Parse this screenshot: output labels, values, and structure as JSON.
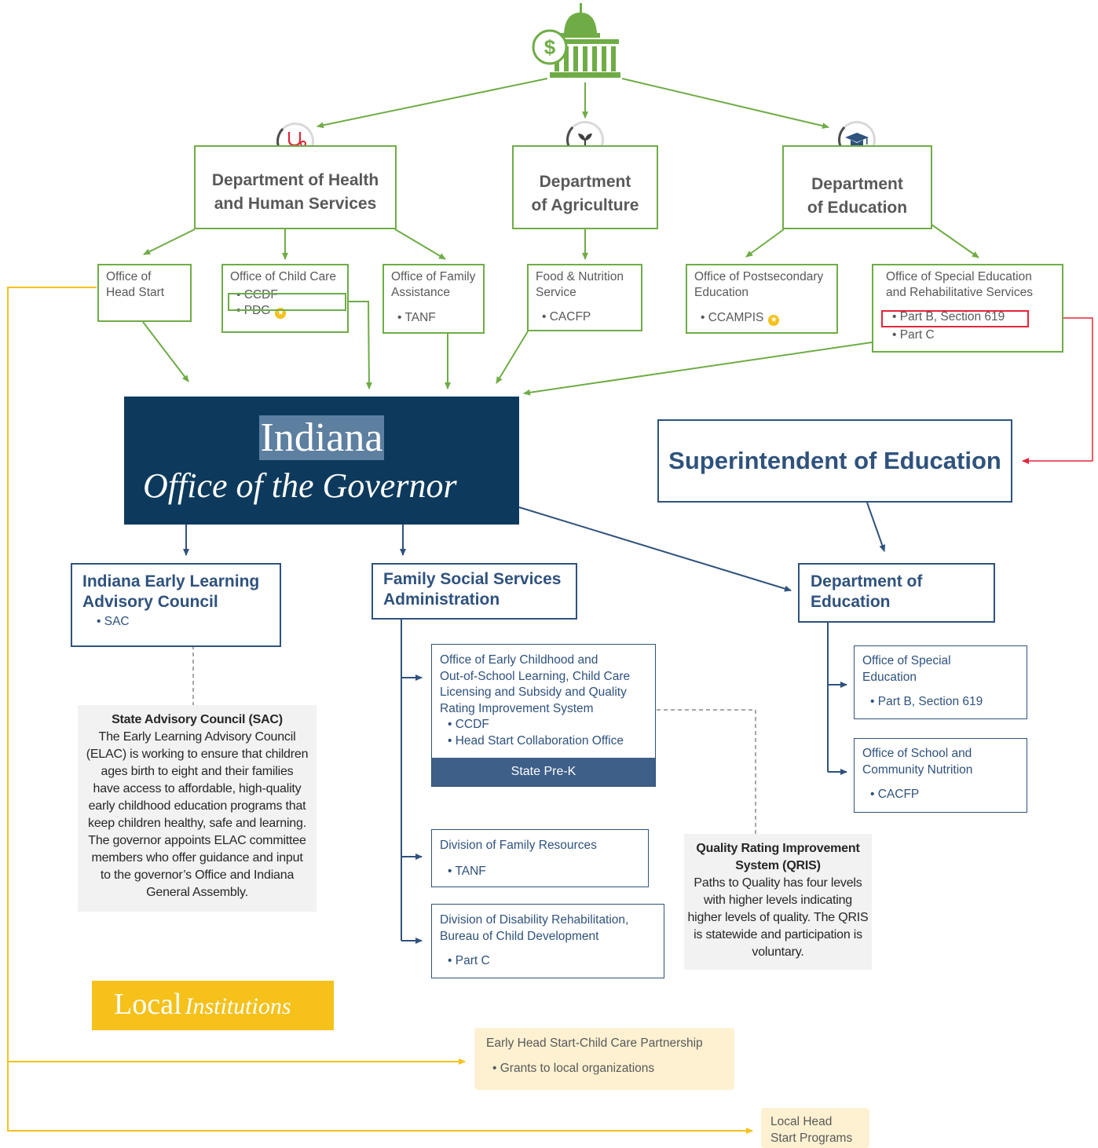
{
  "federal": {
    "hhs": {
      "title_l1": "Department of Health",
      "title_l2": "and Human Services",
      "icon": "stethoscope-icon"
    },
    "agri": {
      "title_l1": "Department",
      "title_l2": "of Agriculture",
      "icon": "sprout-icon"
    },
    "edu": {
      "title_l1": "Department",
      "title_l2": "of Education",
      "icon": "graduation-cap-icon"
    },
    "capitol_icon": "capitol-building-dollar-icon"
  },
  "offices": {
    "head_start": {
      "l1": "Office of",
      "l2": "Head Start"
    },
    "child_care": {
      "title": "Office of Child Care",
      "items": [
        "CCDF",
        "PDG"
      ]
    },
    "family_assistance": {
      "l1": "Office of Family",
      "l2": "Assistance",
      "items": [
        "TANF"
      ]
    },
    "food_nutrition": {
      "l1": "Food & Nutrition",
      "l2": "Service",
      "items": [
        "CACFP"
      ]
    },
    "postsecondary": {
      "l1": "Office of Postsecondary",
      "l2": "Education",
      "items": [
        "CCAMPIS"
      ]
    },
    "special_ed": {
      "l1": "Office of Special Education",
      "l2": "and Rehabilitative Services",
      "items": [
        "Part B, Section 619",
        "Part C"
      ]
    }
  },
  "governor": {
    "state": "Indiana",
    "office": "Office of the Governor"
  },
  "superintendent": {
    "title": "Superintendent of Education"
  },
  "elac": {
    "l1": "Indiana Early Learning",
    "l2": "Advisory Council",
    "items": [
      "SAC"
    ]
  },
  "fssa": {
    "l1": "Family Social Services",
    "l2": "Administration",
    "early_childhood": {
      "lines": [
        "Office of Early Childhood and",
        "Out-of-School Learning, Child Care",
        "Licensing and Subsidy and Quality",
        "Rating Improvement System"
      ],
      "items": [
        "CCDF",
        "Head Start Collaboration Office"
      ],
      "band": "State Pre-K"
    },
    "family_resources": {
      "title": "Division of Family Resources",
      "items": [
        "TANF"
      ]
    },
    "disability": {
      "l1": "Division of Disability Rehabilitation,",
      "l2": "Bureau of Child Development",
      "items": [
        "Part C"
      ]
    }
  },
  "state_doe": {
    "l1": "Department of",
    "l2": "Education",
    "special_ed": {
      "l1": "Office of Special",
      "l2": "Education",
      "items": [
        "Part B, Section 619"
      ]
    },
    "nutrition": {
      "l1": "Office of School and",
      "l2": "Community Nutrition",
      "items": [
        "CACFP"
      ]
    }
  },
  "sac_note": {
    "title": "State Advisory Council (SAC)",
    "lines": [
      "The Early Learning Advisory Council",
      "(ELAC) is working to ensure that children",
      "ages birth to eight and their families",
      "have access to affordable, high-quality",
      "early childhood education programs that",
      "keep children healthy, safe and learning.",
      "The governor appoints ELAC committee",
      "members who offer guidance and input",
      "to the governor’s Office and Indiana",
      "General Assembly."
    ]
  },
  "qris_note": {
    "title_l1": "Quality Rating Improvement",
    "title_l2": "System (QRIS)",
    "lines": [
      "Paths to Quality has four levels",
      "with higher levels indicating",
      "higher levels of quality. The QRIS",
      "is statewide and participation is",
      "voluntary."
    ]
  },
  "local": {
    "word1": "Local",
    "word2": "Institutions",
    "ehs": {
      "title": "Early Head Start-Child Care Partnership",
      "items": [
        "Grants to local organizations"
      ]
    },
    "lhs": {
      "l1": "Local Head",
      "l2": "Start Programs"
    }
  },
  "colors": {
    "green": "#6fac46",
    "navy": "#0d3a5c",
    "blue": "#2f527d",
    "gold": "#f5c11a",
    "red": "#e3263a",
    "gray_note": "#f2f2f2"
  }
}
